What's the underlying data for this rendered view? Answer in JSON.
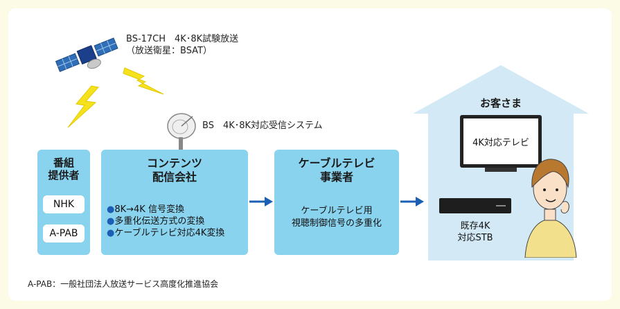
{
  "satellite": {
    "line1": "BS-17CH　4K･8K試験放送",
    "line2": "（放送衛星：BSAT）"
  },
  "antenna_label": "BS　4K･8K対応受信システム",
  "provider": {
    "title_line1": "番組",
    "title_line2": "提供者",
    "items": [
      "NHK",
      "A-PAB"
    ]
  },
  "content": {
    "title_line1": "コンテンツ",
    "title_line2": "配信会社",
    "bullets": [
      {
        "dot": "●",
        "text": "8K→4K 信号変換"
      },
      {
        "dot": "●",
        "text": "多重化伝送方式の変換"
      },
      {
        "dot": "●",
        "text": "ケーブルテレビ対応4K変換"
      }
    ]
  },
  "cable": {
    "title_line1": "ケーブルテレビ",
    "title_line2": "事業者",
    "desc_line1": "ケーブルテレビ用",
    "desc_line2": "視聴制御信号の多重化"
  },
  "customer": {
    "title": "お客さま",
    "tv_label": "4K対応テレビ",
    "stb_line1": "既存4K",
    "stb_line2": "対応STB"
  },
  "footnote": "A-PAB：一般社団法人放送サービス高度化推進協会",
  "colors": {
    "box_blue": "#8ad3ee",
    "house_blue": "#d3e9f5",
    "arrow_blue": "#1a5fb4",
    "lightning_yellow": "#f6e21c",
    "background": "#fbfbe6"
  }
}
